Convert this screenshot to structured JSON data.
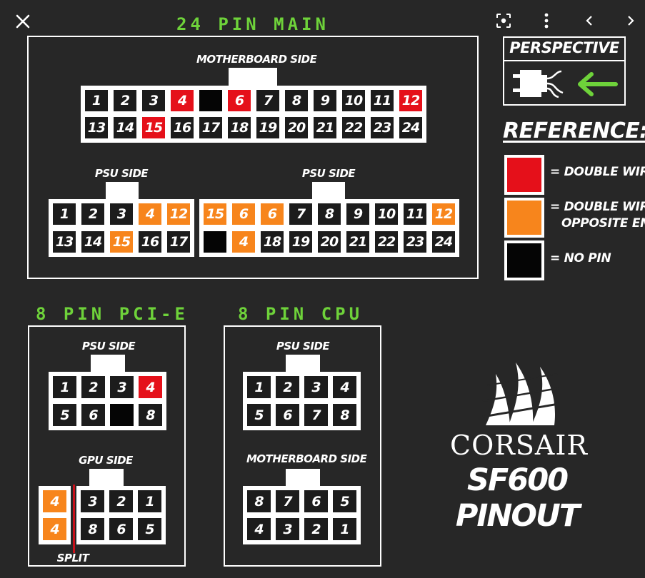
{
  "toolbar": {
    "close_icon": "close-icon",
    "lens_icon": "lens-icon",
    "more_icon": "more-vertical-icon",
    "prev_icon": "chevron-left-icon",
    "next_icon": "chevron-right-icon"
  },
  "titles": {
    "main24": "24 PIN MAIN",
    "pcie8": "8 PIN PCI-E",
    "cpu8": "8 PIN CPU"
  },
  "labels": {
    "motherboard_side": "MOTHERBOARD SIDE",
    "psu_side": "PSU SIDE",
    "gpu_side": "GPU SIDE",
    "split": "SPLIT"
  },
  "perspective": {
    "title": "PERSPECTIVE"
  },
  "reference": {
    "title": "REFERENCE:",
    "items": [
      {
        "color": "#e5101a",
        "label_lines": [
          "= DOUBLE WIRE"
        ]
      },
      {
        "color": "#f7851c",
        "label_lines": [
          "= DOUBLE WIRE",
          "OPPOSITE END"
        ]
      },
      {
        "color": "#050505",
        "label_lines": [
          "= NO PIN"
        ]
      }
    ]
  },
  "brand": {
    "name": "CORSAIR",
    "model": "SF600 PINOUT"
  },
  "colors": {
    "red": "#e5101a",
    "orange": "#f7851c",
    "black": "#050505",
    "green": "#6ed23a"
  },
  "connectors": {
    "mb24": {
      "cols": 12,
      "pins": [
        [
          "1",
          ""
        ],
        [
          "2",
          ""
        ],
        [
          "3",
          ""
        ],
        [
          "4",
          "red"
        ],
        [
          "",
          "black"
        ],
        [
          "6",
          "red"
        ],
        [
          "7",
          ""
        ],
        [
          "8",
          ""
        ],
        [
          "9",
          ""
        ],
        [
          "10",
          ""
        ],
        [
          "11",
          ""
        ],
        [
          "12",
          "red"
        ],
        [
          "13",
          ""
        ],
        [
          "14",
          ""
        ],
        [
          "15",
          "red"
        ],
        [
          "16",
          ""
        ],
        [
          "17",
          ""
        ],
        [
          "18",
          ""
        ],
        [
          "19",
          ""
        ],
        [
          "20",
          ""
        ],
        [
          "21",
          ""
        ],
        [
          "22",
          ""
        ],
        [
          "23",
          ""
        ],
        [
          "24",
          ""
        ]
      ]
    },
    "psuA": {
      "cols": 5,
      "pins": [
        [
          "1",
          ""
        ],
        [
          "2",
          ""
        ],
        [
          "3",
          ""
        ],
        [
          "4",
          "orange"
        ],
        [
          "12",
          "orange"
        ],
        [
          "13",
          ""
        ],
        [
          "14",
          ""
        ],
        [
          "15",
          "orange"
        ],
        [
          "16",
          ""
        ],
        [
          "17",
          ""
        ]
      ]
    },
    "psuB": {
      "cols": 9,
      "pins": [
        [
          "15",
          "orange"
        ],
        [
          "6",
          "orange"
        ],
        [
          "6",
          "orange"
        ],
        [
          "7",
          ""
        ],
        [
          "8",
          ""
        ],
        [
          "9",
          ""
        ],
        [
          "10",
          ""
        ],
        [
          "11",
          ""
        ],
        [
          "12",
          "orange"
        ],
        [
          "",
          "black"
        ],
        [
          "4",
          "orange"
        ],
        [
          "18",
          ""
        ],
        [
          "19",
          ""
        ],
        [
          "20",
          ""
        ],
        [
          "21",
          ""
        ],
        [
          "22",
          ""
        ],
        [
          "23",
          ""
        ],
        [
          "24",
          ""
        ]
      ]
    },
    "pcie_psu": {
      "cols": 4,
      "pins": [
        [
          "1",
          ""
        ],
        [
          "2",
          ""
        ],
        [
          "3",
          ""
        ],
        [
          "4",
          "red"
        ],
        [
          "5",
          ""
        ],
        [
          "6",
          ""
        ],
        [
          "",
          "black"
        ],
        [
          "8",
          ""
        ]
      ]
    },
    "pcie_gpu_split": {
      "cols": 1,
      "pins": [
        [
          "4",
          "orange"
        ],
        [
          "4",
          "orange"
        ]
      ]
    },
    "pcie_gpu": {
      "cols": 3,
      "pins": [
        [
          "3",
          ""
        ],
        [
          "2",
          ""
        ],
        [
          "1",
          ""
        ],
        [
          "8",
          ""
        ],
        [
          "6",
          ""
        ],
        [
          "5",
          ""
        ]
      ]
    },
    "cpu_psu": {
      "cols": 4,
      "pins": [
        [
          "1",
          ""
        ],
        [
          "2",
          ""
        ],
        [
          "3",
          ""
        ],
        [
          "4",
          ""
        ],
        [
          "5",
          ""
        ],
        [
          "6",
          ""
        ],
        [
          "7",
          ""
        ],
        [
          "8",
          ""
        ]
      ]
    },
    "cpu_mb": {
      "cols": 4,
      "pins": [
        [
          "8",
          ""
        ],
        [
          "7",
          ""
        ],
        [
          "6",
          ""
        ],
        [
          "5",
          ""
        ],
        [
          "4",
          ""
        ],
        [
          "3",
          ""
        ],
        [
          "2",
          ""
        ],
        [
          "1",
          ""
        ]
      ]
    }
  }
}
